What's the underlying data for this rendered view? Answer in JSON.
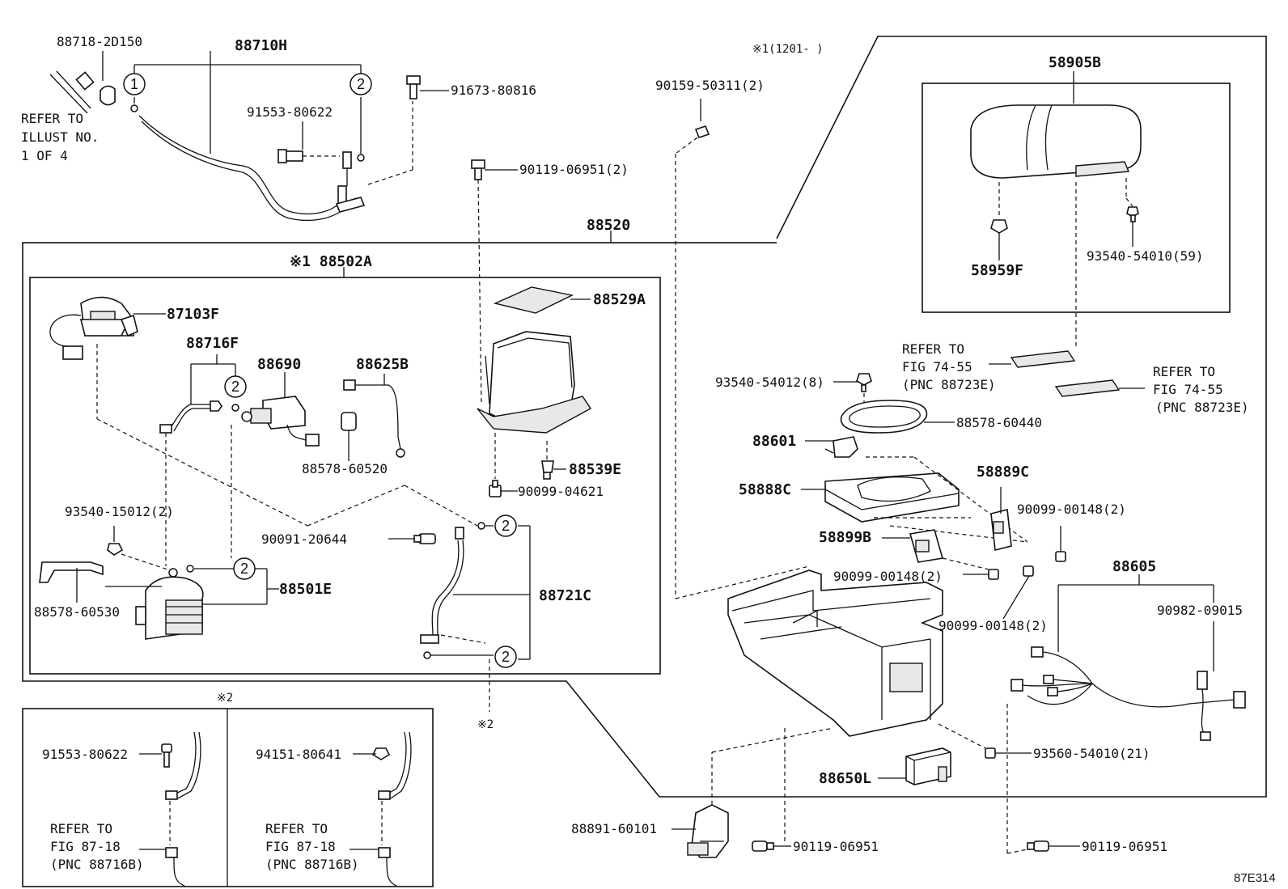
{
  "labels": {
    "l88718": "88718-2D150",
    "l88710H": "88710H",
    "refer_illust_1": "REFER TO",
    "refer_illust_2": "ILLUST NO.",
    "refer_illust_3": "1 OF 4",
    "l91553a": "91553-80622",
    "l91673": "91673-80816",
    "l90159": "90159-50311(2)",
    "note1_top": "※1(1201-    )",
    "l90119a": "90119-06951(2)",
    "l88520": "88520",
    "l88502A": "※1 88502A",
    "l87103F": "87103F",
    "l88716F": "88716F",
    "l88690": "88690",
    "l88625B": "88625B",
    "l88529A": "88529A",
    "l88539E": "88539E",
    "l90099_04621": "90099-04621",
    "l88578_60520": "88578-60520",
    "l93540_15012": "93540-15012(2)",
    "l90091": "90091-20644",
    "l88501E": "88501E",
    "l88721C": "88721C",
    "l88578_60530": "88578-60530",
    "note2_mid": "※2",
    "note2_top": "※2",
    "l58905B": "58905B",
    "l58959F": "58959F",
    "l93540_54010": "93540-54010(59)",
    "refer_fig_a1": "REFER TO",
    "refer_fig_a2": "FIG 74-55",
    "refer_fig_a3": "(PNC 88723E)",
    "refer_fig_b1": "REFER TO",
    "refer_fig_b2": "FIG 74-55",
    "refer_fig_b3": "(PNC 88723E)",
    "l93540_54012": "93540-54012(8)",
    "l88578_60440": "88578-60440",
    "l88601": "88601",
    "l58888C": "58888C",
    "l58889C": "58889C",
    "l90099_00148a": "90099-00148(2)",
    "l58899B": "58899B",
    "l90099_00148b": "90099-00148(2)",
    "l90099_00148c": "90099-00148(2)",
    "l88605": "88605",
    "l90982": "90982-09015",
    "l93560": "93560-54010(21)",
    "l88650L": "88650L",
    "l88891": "88891-60101",
    "l90119b": "90119-06951",
    "l90119c": "90119-06951",
    "l91553b": "91553-80622",
    "l94151": "94151-80641",
    "refer_87a1": "REFER TO",
    "refer_87a2": "FIG 87-18",
    "refer_87a3": "(PNC 88716B)",
    "refer_87b1": "REFER TO",
    "refer_87b2": "FIG 87-18",
    "refer_87b3": "(PNC 88716B)",
    "code": "87E314",
    "c1": "1",
    "c2": "2"
  }
}
